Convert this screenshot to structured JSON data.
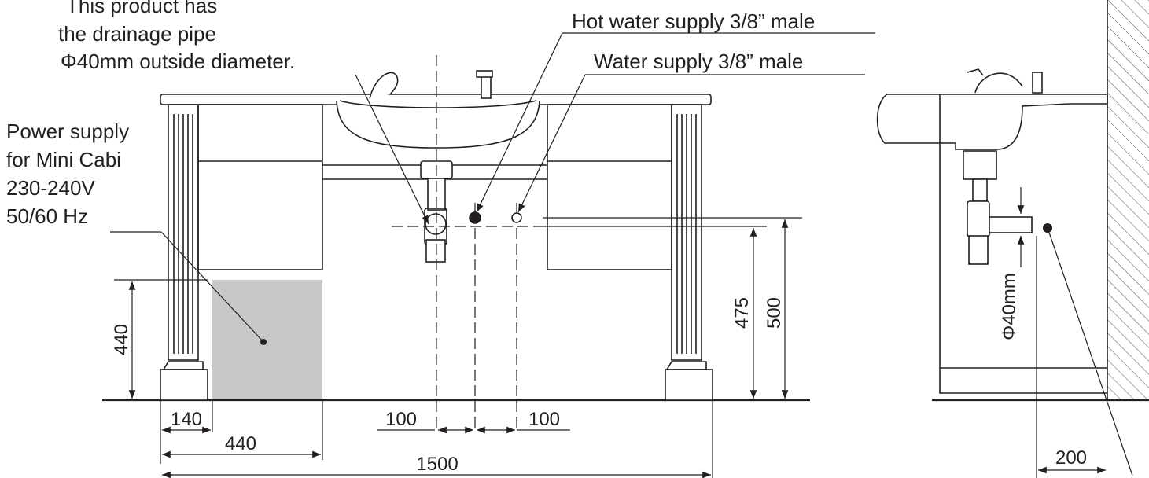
{
  "notes": {
    "drainage": [
      "This product has",
      "the drainage pipe",
      "Φ40mm outside diameter."
    ],
    "power": [
      "Power supply",
      "for Mini Cabi",
      "230-240V",
      "50/60 Hz"
    ],
    "hot_water": "Hot water supply 3/8” male",
    "water": "Water supply 3/8” male"
  },
  "dimensions": {
    "box_height": "440",
    "offset_left": "140",
    "box_width": "440",
    "pipe_left": "100",
    "pipe_right": "100",
    "total_width": "1500",
    "supply_height": "475",
    "drain_height": "500",
    "pipe_diameter": "Φ40mm",
    "wall_depth": "200"
  },
  "colors": {
    "line": "#231f20",
    "power_box": "#c8c8c9",
    "background": "#ffffff"
  }
}
